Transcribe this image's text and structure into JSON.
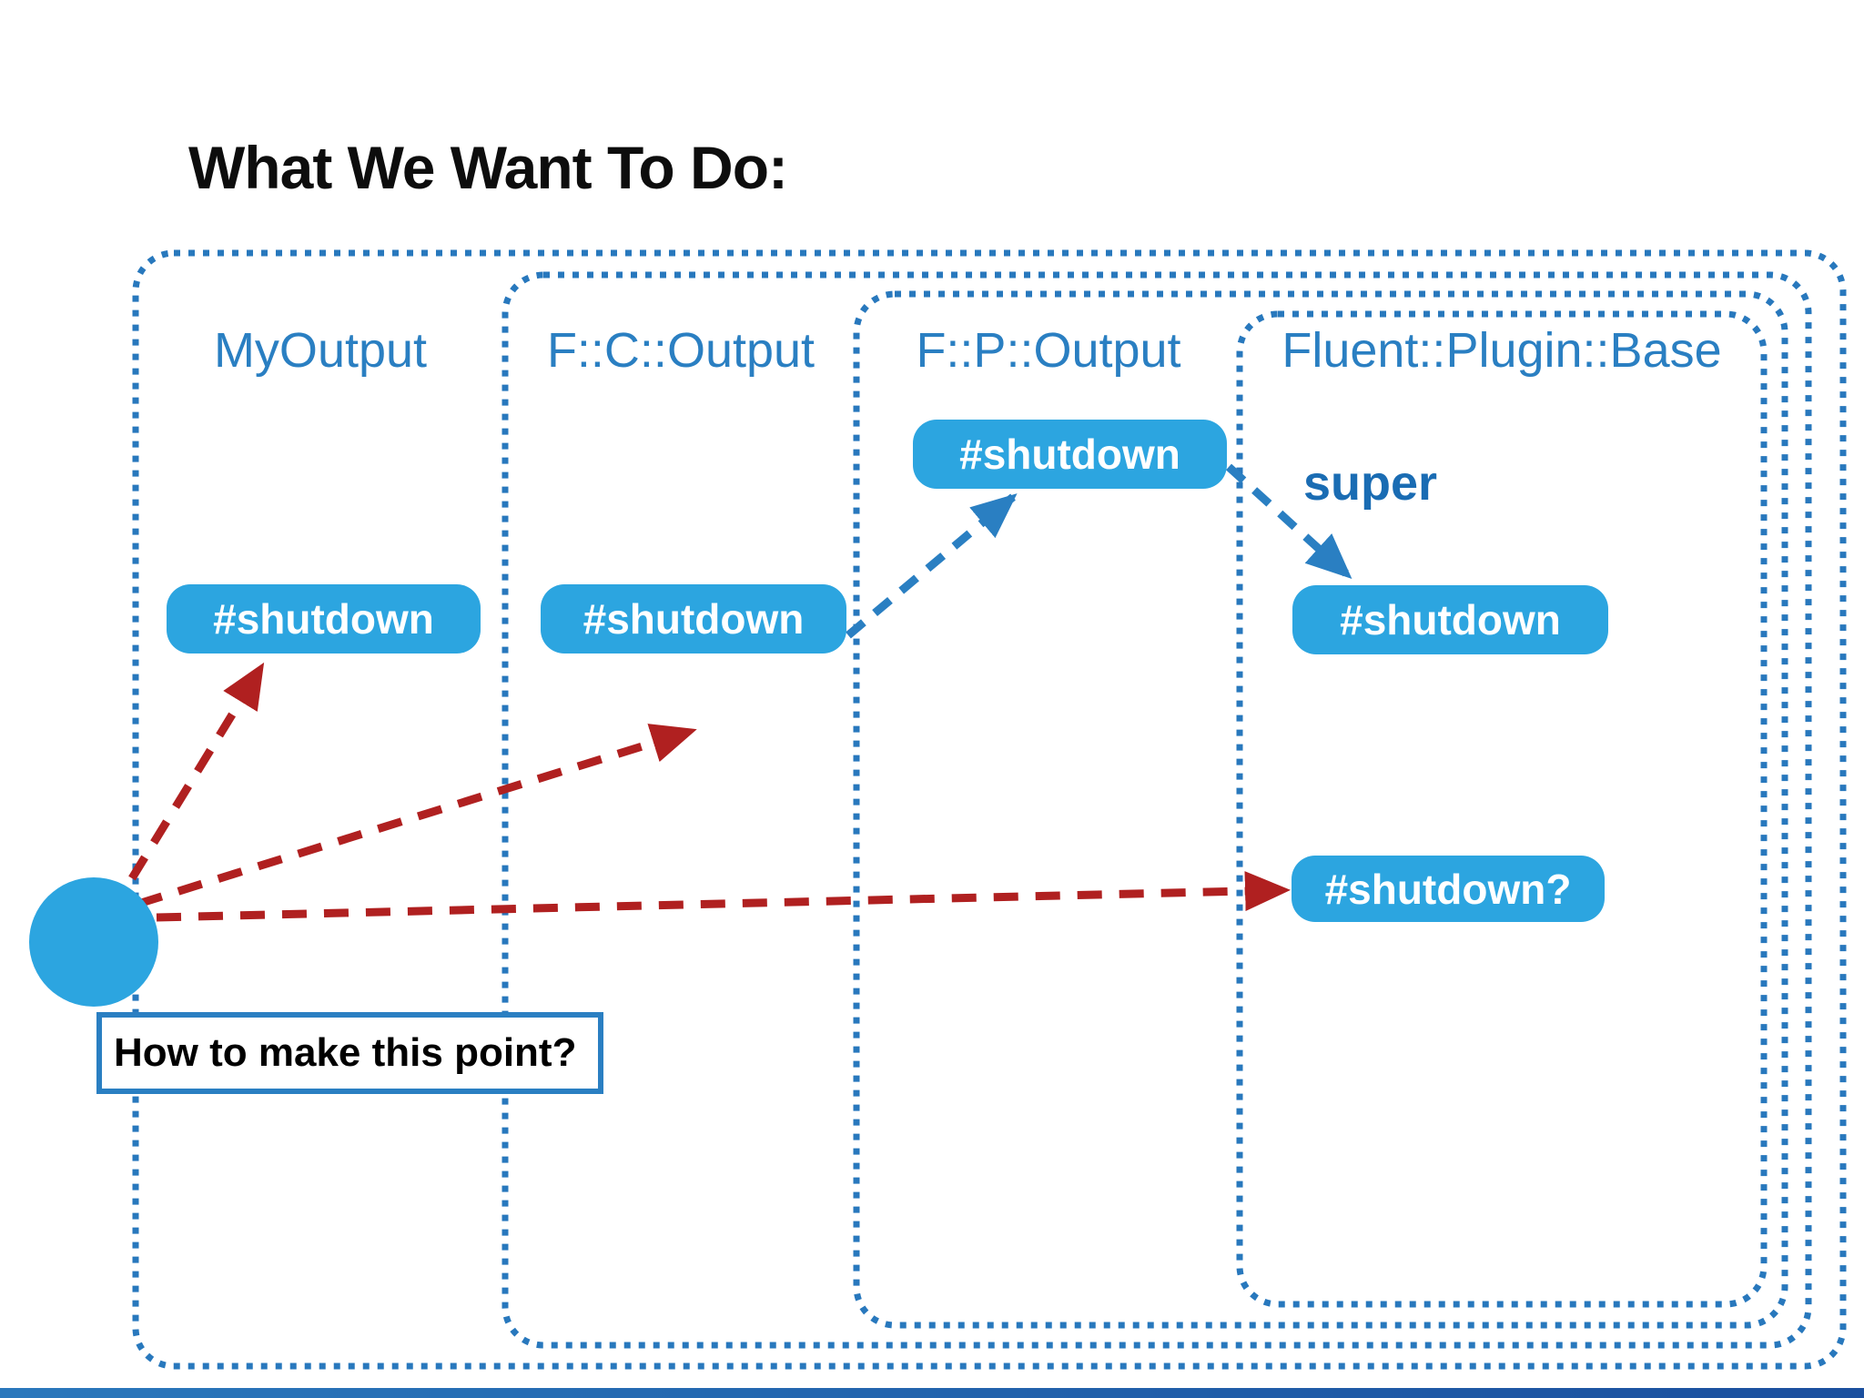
{
  "slide": {
    "title": "What We Want To Do:",
    "boxes": [
      {
        "label": "MyOutput"
      },
      {
        "label": "F::C::Output"
      },
      {
        "label": "F::P::Output"
      },
      {
        "label": "Fluent::Plugin::Base"
      }
    ],
    "pills": {
      "my_output_shutdown": "#shutdown",
      "fc_output_shutdown": "#shutdown",
      "fp_output_shutdown": "#shutdown",
      "base_super_shutdown": "#shutdown",
      "base_shutdown_question": "#shutdown?"
    },
    "super_label": "super",
    "question_box_text": "How to make this point?",
    "edges": [
      {
        "from": "start-point",
        "to": "MyOutput #shutdown",
        "style": "red-dashed-arrow"
      },
      {
        "from": "start-point",
        "to": "F::C::Output #shutdown",
        "style": "red-dashed-arrow"
      },
      {
        "from": "start-point",
        "to": "Fluent::Plugin::Base #shutdown?",
        "style": "red-dashed-arrow"
      },
      {
        "from": "F::C::Output #shutdown",
        "to": "F::P::Output #shutdown",
        "style": "blue-dashed-arrow"
      },
      {
        "from": "F::P::Output #shutdown",
        "to": "Fluent::Plugin::Base #shutdown",
        "style": "blue-dashed-arrow",
        "label": "super"
      }
    ]
  },
  "colors": {
    "border-blue": "#2878bd",
    "pill-blue": "#2ca5e0",
    "label-blue": "#2a7fc2",
    "super-blue": "#1a6cb3",
    "arrow-red": "#b02020",
    "title-black": "#0d0d0d",
    "bar-left": "#2a78bc",
    "bar-right": "#1b4f9e"
  }
}
